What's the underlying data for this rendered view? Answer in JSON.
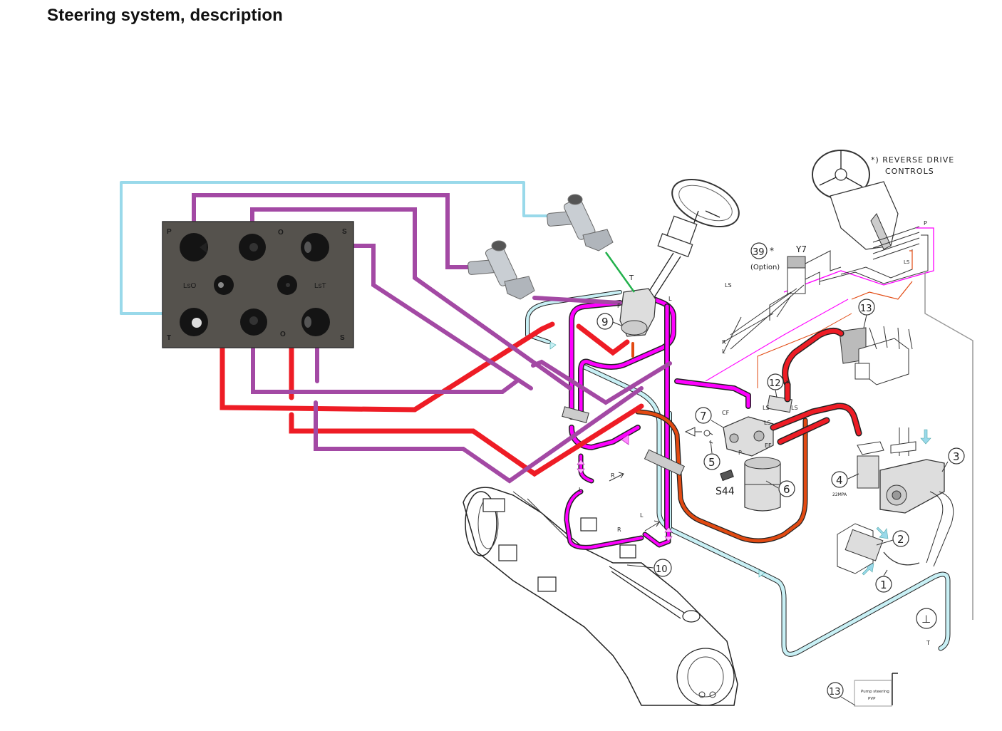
{
  "page": {
    "title": "Steering system, description"
  },
  "colors": {
    "pressure_red": "#ee1c25",
    "hose_purple": "#a349a4",
    "return_cyan": "#99d9ea",
    "magenta_hose": "#ff00ff",
    "orange_hose": "#e24a12",
    "signal_green": "#22b14c",
    "panel_gray": "#55524d"
  },
  "port_panel": {
    "labels": {
      "top_left": "P",
      "top_mid": "O",
      "top_right": "S",
      "mid_left": "LsO",
      "mid_right": "LsT",
      "bottom_left": "T",
      "bottom_mid": "O",
      "bottom_right": "S"
    }
  },
  "annotations": {
    "reverse_drive_line1": "*) REVERSE DRIVE",
    "reverse_drive_line2": "CONTROLS",
    "option_number": "39",
    "option_star": "*",
    "option_text": "(Option)",
    "valve_y7": "Y7",
    "sensor_s44": "S44",
    "pump_note": "22MPA",
    "pump_box_line1": "Pump steering",
    "pump_box_line2": "PVP",
    "tank_symbol": "⊥",
    "hose_labels": {
      "t": "T",
      "p": "P",
      "l": "L",
      "r": "R",
      "ls": "LS",
      "cf": "CF",
      "ef": "EF"
    }
  },
  "callouts": [
    {
      "id": "c1",
      "label": "1"
    },
    {
      "id": "c2",
      "label": "2"
    },
    {
      "id": "c3",
      "label": "3"
    },
    {
      "id": "c4",
      "label": "4"
    },
    {
      "id": "c5",
      "label": "5"
    },
    {
      "id": "c6",
      "label": "6"
    },
    {
      "id": "c7",
      "label": "7"
    },
    {
      "id": "c9",
      "label": "9"
    },
    {
      "id": "c10",
      "label": "10"
    },
    {
      "id": "c12",
      "label": "12"
    },
    {
      "id": "c13a",
      "label": "13"
    },
    {
      "id": "c13b",
      "label": "13"
    }
  ]
}
